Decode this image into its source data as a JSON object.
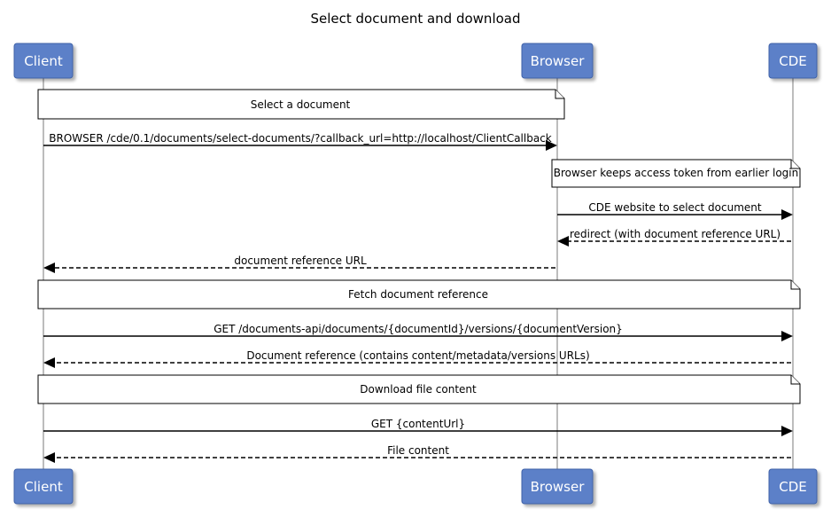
{
  "title": "Select document and download",
  "participants": {
    "client": "Client",
    "browser": "Browser",
    "cde": "CDE"
  },
  "notes": {
    "select_document": "Select a document",
    "browser_token": "Browser keeps access token from earlier login",
    "fetch_reference": "Fetch document reference",
    "download_content": "Download file content"
  },
  "messages": {
    "browser_redirect": "BROWSER /cde/0.1/documents/select-documents/?callback_url=http://localhost/ClientCallback",
    "cde_website": "CDE website to select document",
    "redirect_reference": "redirect (with document reference URL)",
    "document_reference_url": "document reference URL",
    "get_document": "GET /documents-api/documents/{documentId}/versions/{documentVersion}",
    "document_reference": "Document reference (contains content/metadata/versions URLs)",
    "get_content": "GET {contentUrl}",
    "file_content": "File content"
  }
}
